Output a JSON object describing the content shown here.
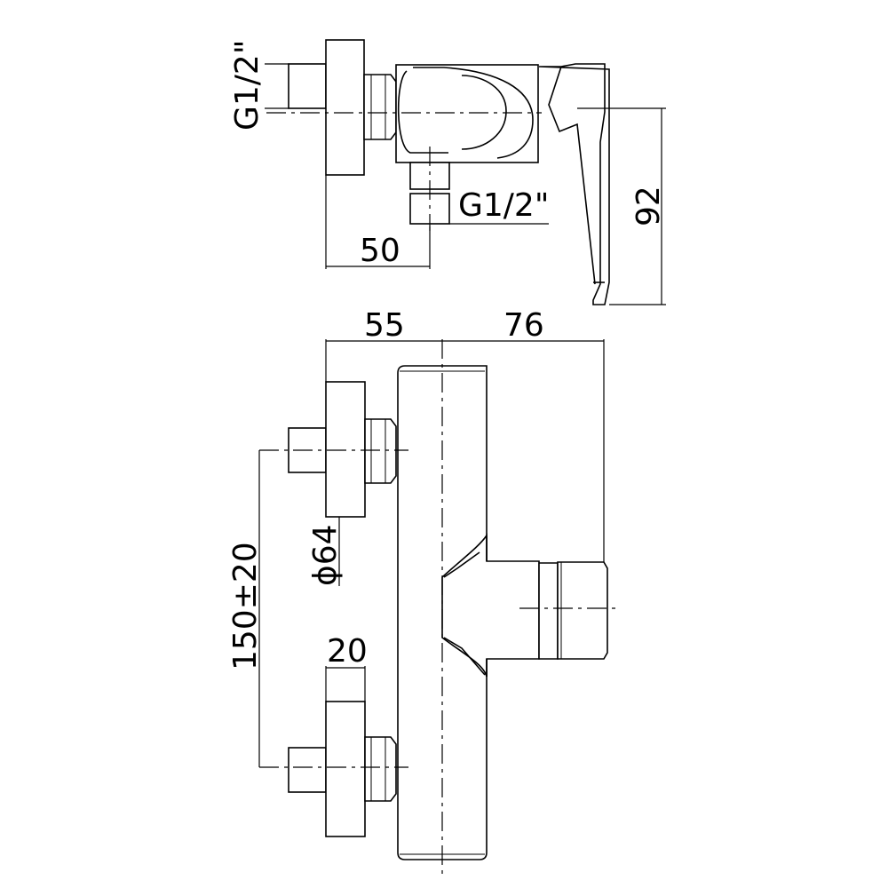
{
  "dimensions": {
    "thread_top": "G1/2\"",
    "thread_bottom": "G1/2\"",
    "depth_50": "50",
    "height_92": "92",
    "width_55": "55",
    "width_76": "76",
    "diameter_64": "ϕ64",
    "spacing_150": "150±20",
    "offset_20": "20"
  }
}
